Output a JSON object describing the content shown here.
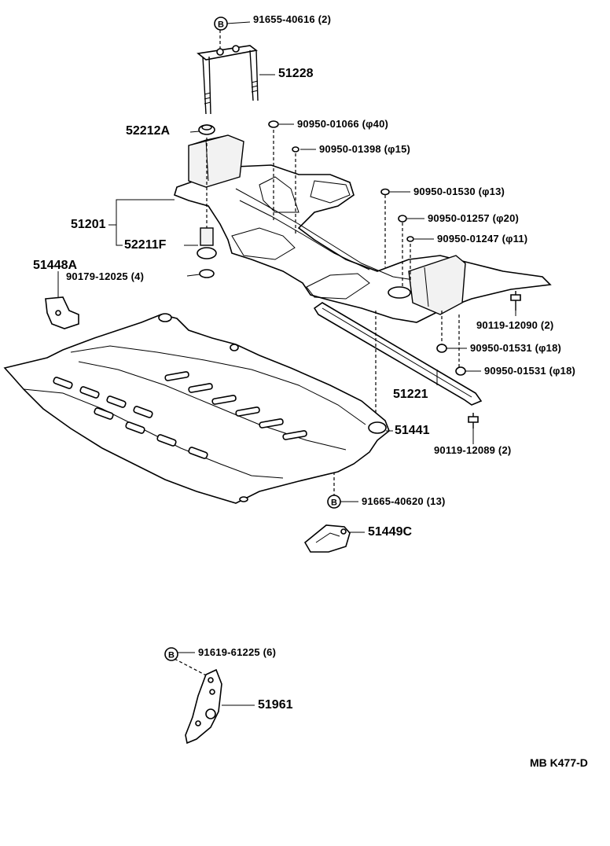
{
  "diagram": {
    "code": "MB K477-D",
    "callouts": [
      {
        "id": "c1",
        "text": "91655-40616 (2)"
      },
      {
        "id": "c2",
        "text": "51228"
      },
      {
        "id": "c3",
        "text": "52212A"
      },
      {
        "id": "c4",
        "text": "90950-01066 (φ40)"
      },
      {
        "id": "c5",
        "text": "90950-01398 (φ15)"
      },
      {
        "id": "c6",
        "text": "90950-01530 (φ13)"
      },
      {
        "id": "c7",
        "text": "90950-01257 (φ20)"
      },
      {
        "id": "c8",
        "text": "90950-01247 (φ11)"
      },
      {
        "id": "c9",
        "text": "51201"
      },
      {
        "id": "c10",
        "text": "52211F"
      },
      {
        "id": "c11",
        "text": "51448A"
      },
      {
        "id": "c12",
        "text": "90179-12025 (4)"
      },
      {
        "id": "c13",
        "text": "90119-12090 (2)"
      },
      {
        "id": "c14",
        "text": "90950-01531 (φ18)"
      },
      {
        "id": "c15",
        "text": "90950-01531 (φ18)"
      },
      {
        "id": "c16",
        "text": "51221"
      },
      {
        "id": "c17",
        "text": "51441"
      },
      {
        "id": "c18",
        "text": "90119-12089 (2)"
      },
      {
        "id": "c19",
        "text": "91665-40620 (13)"
      },
      {
        "id": "c20",
        "text": "51449C"
      },
      {
        "id": "c21",
        "text": "91619-61225 (6)"
      },
      {
        "id": "c22",
        "text": "51961"
      }
    ],
    "badges": [
      "B",
      "B",
      "B"
    ]
  }
}
